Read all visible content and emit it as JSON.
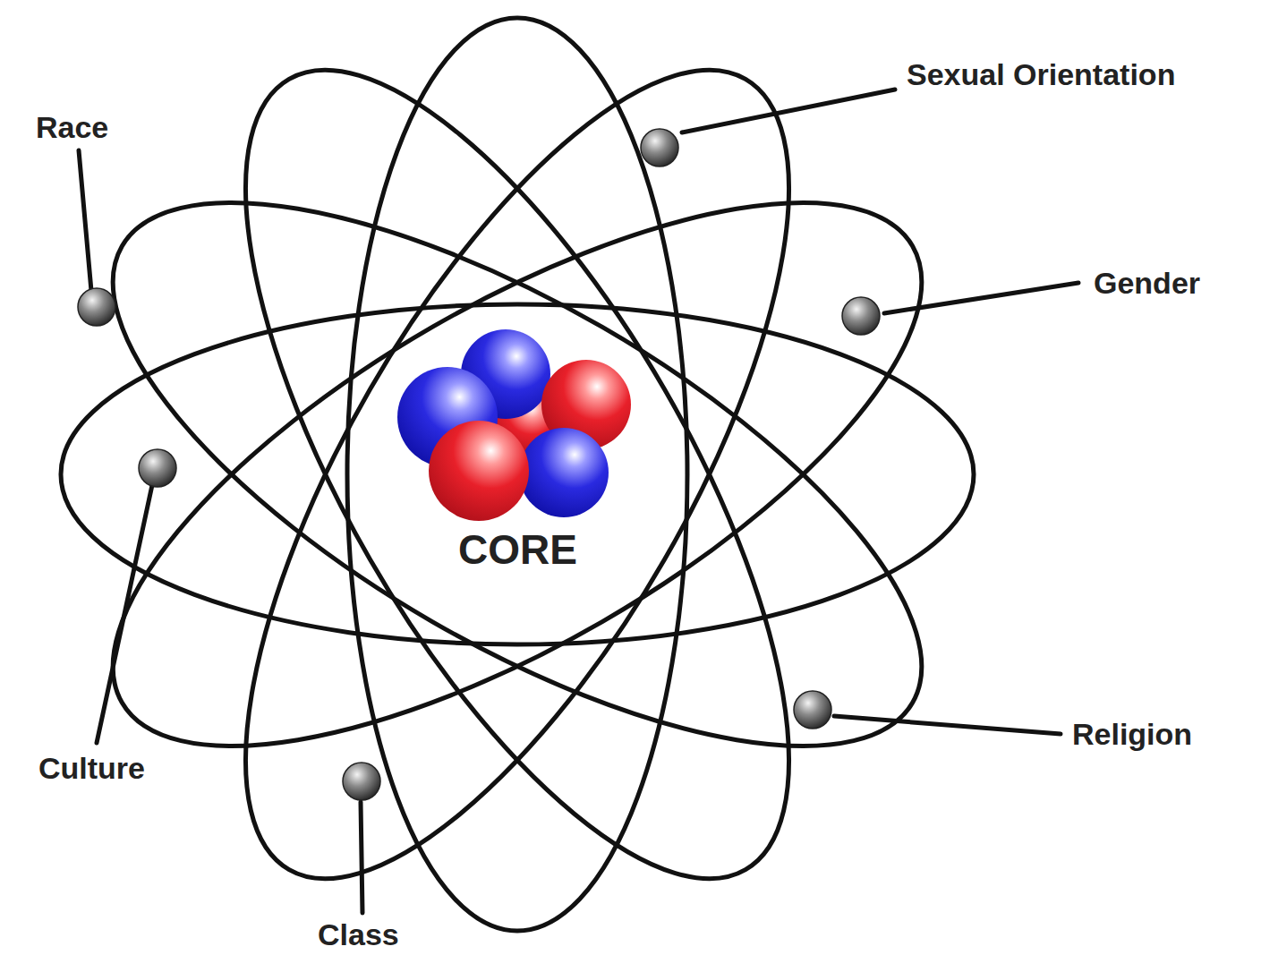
{
  "diagram": {
    "nodes": [
      {
        "text": [
          "CORE"
        ]
      }
    ],
    "labels": [
      "Race",
      "Sexual Orientation",
      "Gender",
      "Culture",
      "Religion",
      "Class"
    ]
  }
}
